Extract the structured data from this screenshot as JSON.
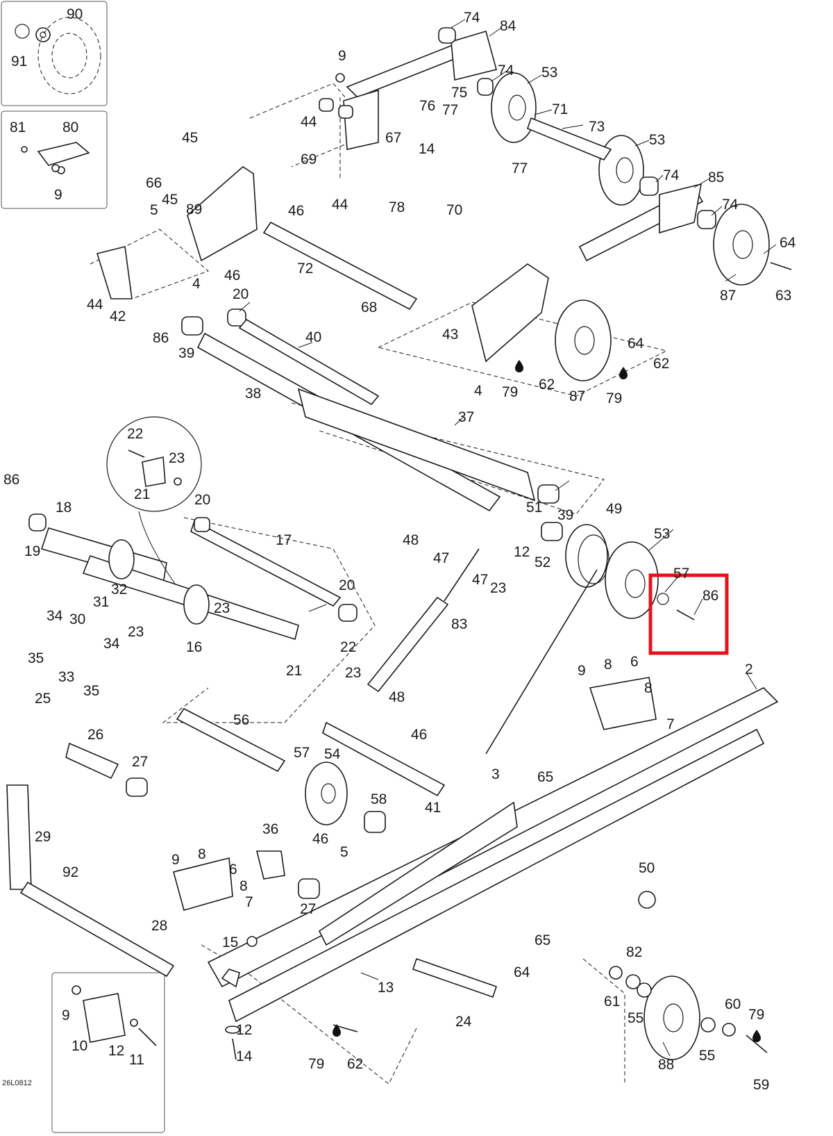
{
  "figure_code": "26L0812",
  "highlight_color": "#e0141c",
  "callouts": {
    "c90": "90",
    "c91": "91",
    "c81": "81",
    "c80": "80",
    "c9a": "9",
    "c74a": "74",
    "c84": "84",
    "c9b": "9",
    "c74b": "74",
    "c53a": "53",
    "c75": "75",
    "c76": "76",
    "c77a": "77",
    "c71": "71",
    "c73": "73",
    "c44a": "44",
    "c67": "67",
    "c14a": "14",
    "c53b": "53",
    "c45a": "45",
    "c69": "69",
    "c77b": "77",
    "c66": "66",
    "c74c": "74",
    "c85": "85",
    "c5a": "5",
    "c45b": "45",
    "c89": "89",
    "c46a": "46",
    "c44b": "44",
    "c78": "78",
    "c70": "70",
    "c74d": "74",
    "c64a": "64",
    "c4a": "4",
    "c46b": "46",
    "c72": "72",
    "c44c": "44",
    "c42": "42",
    "c68": "68",
    "c87a": "87",
    "c63": "63",
    "c20a": "20",
    "c86a": "86",
    "c39a": "39",
    "c40": "40",
    "c43": "43",
    "c64b": "64",
    "c79a": "79",
    "c62a": "62",
    "c62b": "62",
    "c4b": "4",
    "c87b": "87",
    "c79b": "79",
    "c38": "38",
    "c37": "37",
    "c22a": "22",
    "c23a": "23",
    "c21a": "21",
    "c86b": "86",
    "c18": "18",
    "c20b": "20",
    "c19": "19",
    "c39b": "39",
    "c51": "51",
    "c49": "49",
    "c48a": "48",
    "c47a": "47",
    "c17": "17",
    "c53c": "53",
    "c12a": "12",
    "c52": "52",
    "c47b": "47",
    "c23b": "23",
    "c57a": "57",
    "c86c": "86",
    "c20c": "20",
    "c32": "32",
    "c31": "31",
    "c23c": "23",
    "c34a": "34",
    "c30": "30",
    "c23d": "23",
    "c83": "83",
    "c16": "16",
    "c35a": "35",
    "c34b": "34",
    "c22b": "22",
    "c33": "33",
    "c35b": "35",
    "c21b": "21",
    "c9c": "9",
    "c8a": "8",
    "c6a": "6",
    "c2": "2",
    "c8b": "8",
    "c23e": "23",
    "c48b": "48",
    "c25": "25",
    "c56": "56",
    "c7a": "7",
    "c46c": "46",
    "c26": "26",
    "c57b": "57",
    "c54": "54",
    "c27a": "27",
    "c3": "3",
    "c65a": "65",
    "c58": "58",
    "c41": "41",
    "c29": "29",
    "c36": "36",
    "c46d": "46",
    "c5b": "5",
    "c9d": "9",
    "c8c": "8",
    "c6b": "6",
    "c50": "50",
    "c92": "92",
    "c8d": "8",
    "c27b": "27",
    "c7b": "7",
    "c28": "28",
    "c65b": "65",
    "c15": "15",
    "c82": "82",
    "c64c": "64",
    "c13": "13",
    "c61": "61",
    "c24": "24",
    "c55a": "55",
    "c60": "60",
    "c9e": "9",
    "c79c": "79",
    "c10": "10",
    "c12b": "12",
    "c11": "11",
    "c12c": "12",
    "c14b": "14",
    "c79d": "79",
    "c62c": "62",
    "c88": "88",
    "c55b": "55",
    "c59": "59"
  }
}
